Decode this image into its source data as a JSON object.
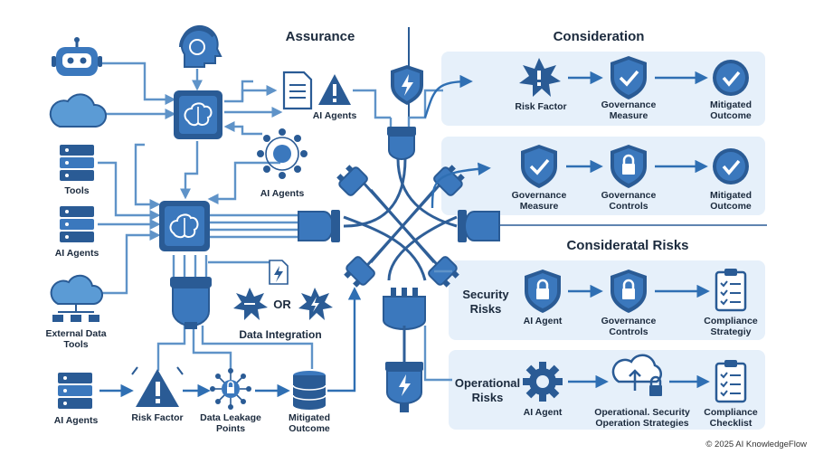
{
  "headers": {
    "assurance": "Assurance",
    "consideration": "Consideration",
    "considerated_risks": "Consideratal Risks"
  },
  "left": {
    "tools": "Tools",
    "ai_agents": "AI Agents",
    "external_data": [
      "External Data",
      "Tools"
    ],
    "ai_agents_top": "AI Agents",
    "ai_agents_hub": "AI Agents",
    "or": "OR",
    "data_integration": "Data Integration",
    "bottom": {
      "ai_agents": "AI Agents",
      "risk_factor": "Risk Factor",
      "data_leakage": [
        "Data Leakage",
        "Points"
      ],
      "mitigated": [
        "Mitigated",
        "Outcome"
      ]
    }
  },
  "panels": {
    "p1": {
      "risk_factor": "Risk Factor",
      "governance": [
        "Governance",
        "Measure"
      ],
      "mitigated": [
        "Mitigated",
        "Outcome"
      ]
    },
    "p2": {
      "governance_measure": [
        "Governance",
        "Measure"
      ],
      "governance_controls": [
        "Governance",
        "Controls"
      ],
      "mitigated": [
        "Mitigated",
        "Outcome"
      ]
    },
    "p3": {
      "title": [
        "Security",
        "Risks"
      ],
      "ai_agent": "AI Agent",
      "governance_controls": [
        "Governance",
        "Controls"
      ],
      "compliance": [
        "Compliance",
        "Strategiy"
      ]
    },
    "p4": {
      "title": [
        "Operational",
        "Risks"
      ],
      "ai_agent": "AI Agent",
      "operational": [
        "Operational. Security",
        "Operation Strategies"
      ],
      "compliance": [
        "Compliance",
        "Checklist"
      ]
    }
  },
  "footer": "© 2025 AI KnowledgeFlow",
  "colors": {
    "dark": "#2a5b95",
    "mid": "#3b78bd",
    "light": "#e6f0fa",
    "wire": "#5f93c8"
  }
}
